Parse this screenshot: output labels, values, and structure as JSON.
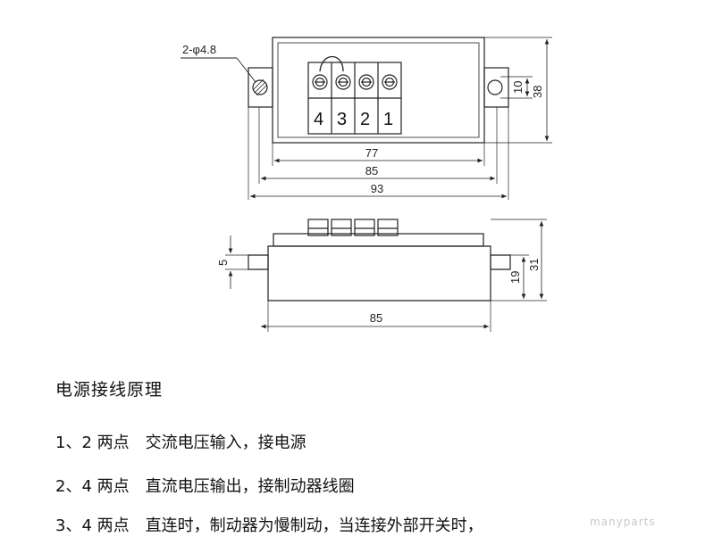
{
  "diagram": {
    "hole_label": "2-φ4.8",
    "terminals": [
      "4",
      "3",
      "2",
      "1"
    ],
    "top_view_dims": {
      "inner_width": "77",
      "body_width": "85",
      "total_width": "93",
      "hole_offset": "10",
      "height": "38"
    },
    "side_view_dims": {
      "flange": "5",
      "body_height": "19",
      "total_height": "31",
      "width": "85"
    }
  },
  "text": {
    "heading": "电源接线原理",
    "lines": [
      {
        "pins": "1、2 两点",
        "desc": "交流电压输入，接电源"
      },
      {
        "pins": "2、4 两点",
        "desc": "直流电压输出，接制动器线圈"
      },
      {
        "pins": "3、4 两点",
        "desc": "直连时，制动器为慢制动，当连接外部开关时，"
      }
    ]
  },
  "watermark": "manyparts"
}
